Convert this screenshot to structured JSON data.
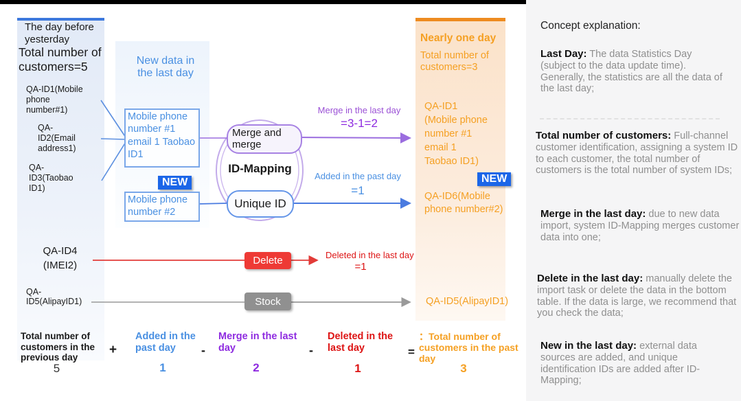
{
  "left_panel": {
    "header": "The day before\nyesterday",
    "total": "Total number of\ncustomers=5",
    "qa_id1": "QA-ID1(Mobile\nphone\nnumber#1)",
    "qa_id2": "QA-\nID2(Email\naddress1)",
    "qa_id3": "QA-\nID3(Taobao\nID1)",
    "qa_id4": "QA-ID4\n(IMEI2)",
    "qa_id5": "QA-\nID5(AlipayID1)"
  },
  "middle": {
    "new_data_label": "New data in\nthe last day",
    "merged_box": "Mobile phone\nnumber #1\nemail 1 Taobao\nID1",
    "new_badge": "NEW",
    "new_box": "Mobile phone\nnumber #2",
    "merge_pill": "Merge and merge",
    "id_mapping": "ID-Mapping",
    "unique_pill": "Unique ID",
    "delete_badge": "Delete",
    "stock_badge": "Stock"
  },
  "arrows": {
    "merge_label": "Merge in the last day",
    "merge_value": "=3-1=2",
    "added_label": "Added in the past day",
    "added_value": "=1",
    "deleted_label": "Deleted in the last day",
    "deleted_value": "=1",
    "stock_target": "QA-ID5(AlipayID1)"
  },
  "right_panel": {
    "header": "Nearly one day",
    "total": "Total number of\ncustomers=3",
    "qa_id1": "QA-ID1\n(Mobile phone\nnumber #1\n email 1\nTaobao ID1)",
    "new_badge": "NEW",
    "qa_id6": "QA-ID6(Mobile\nphone number#2)"
  },
  "formula": {
    "plus": "+",
    "minus": "-",
    "equals": "=",
    "terms": [
      {
        "label": "Total number of\ncustomers in the\nprevious day",
        "value": "5"
      },
      {
        "label": "Added in the\npast day",
        "value": "1"
      },
      {
        "label": "Merge in the last\nday",
        "value": "2"
      },
      {
        "label": "Deleted in the\nlast day",
        "value": "1"
      },
      {
        "label": "：Total number of\ncustomers in the past\nday",
        "value": "3"
      }
    ]
  },
  "explanation": {
    "title": "Concept explanation:",
    "paragraphs": [
      {
        "term": "Last Day:",
        "text": " The data Statistics Day (subject to the data update time). Generally, the statistics are all the data of the last day;"
      },
      {
        "term": "Total number of customers:",
        "text": " Full-channel customer identification, assigning a system ID to each customer, the total number of customers is the total number of system IDs;"
      },
      {
        "term": "Merge in the last day:",
        "text": " due to new data import, system ID-Mapping merges customer data into one;"
      },
      {
        "term": "Delete in the last day:",
        "text": " manually delete the import task or delete the data in the bottom table. If the data is large, we recommend that you check the data;"
      },
      {
        "term": "New in the last day:",
        "text": " external data sources are added, and unique identification IDs are added after ID-Mapping;"
      }
    ]
  },
  "colors": {
    "accent_blue": "#4a90e2",
    "badge_blue": "#1b66e8",
    "accent_purple": "#8e2be0",
    "accent_red": "#dd1414",
    "accent_orange": "#f5a023",
    "stock_gray": "#909090",
    "left_bar": "#3c78dd",
    "orange_bar": "#ee8b1f",
    "explanation_bg": "#f5f5f6"
  }
}
